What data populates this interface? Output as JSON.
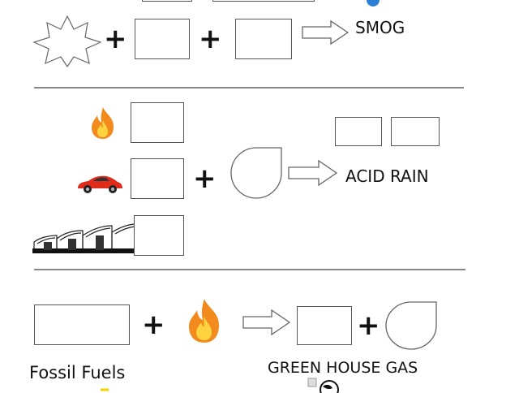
{
  "labels": {
    "smog": "SMOG",
    "acid_rain": "ACID RAIN",
    "fossil_fuels": "Fossil Fuels",
    "greenhouse_gas": "GREEN HOUSE GAS"
  },
  "symbols": {
    "plus": "+"
  },
  "icons": {
    "row1": [
      "star-burst-icon",
      "arrow-right-icon",
      "globe-icon"
    ],
    "row2": [
      "fire-icon",
      "car-icon",
      "factory-icon",
      "drop-icon",
      "arrow-right-icon"
    ],
    "row3": [
      "fire-icon",
      "arrow-right-icon",
      "drop-icon",
      "globe-icon"
    ]
  },
  "colors": {
    "fire": "#f28a1e",
    "car": "#e02a1a",
    "globe": "#2a7fd4",
    "outline": "#555555"
  }
}
